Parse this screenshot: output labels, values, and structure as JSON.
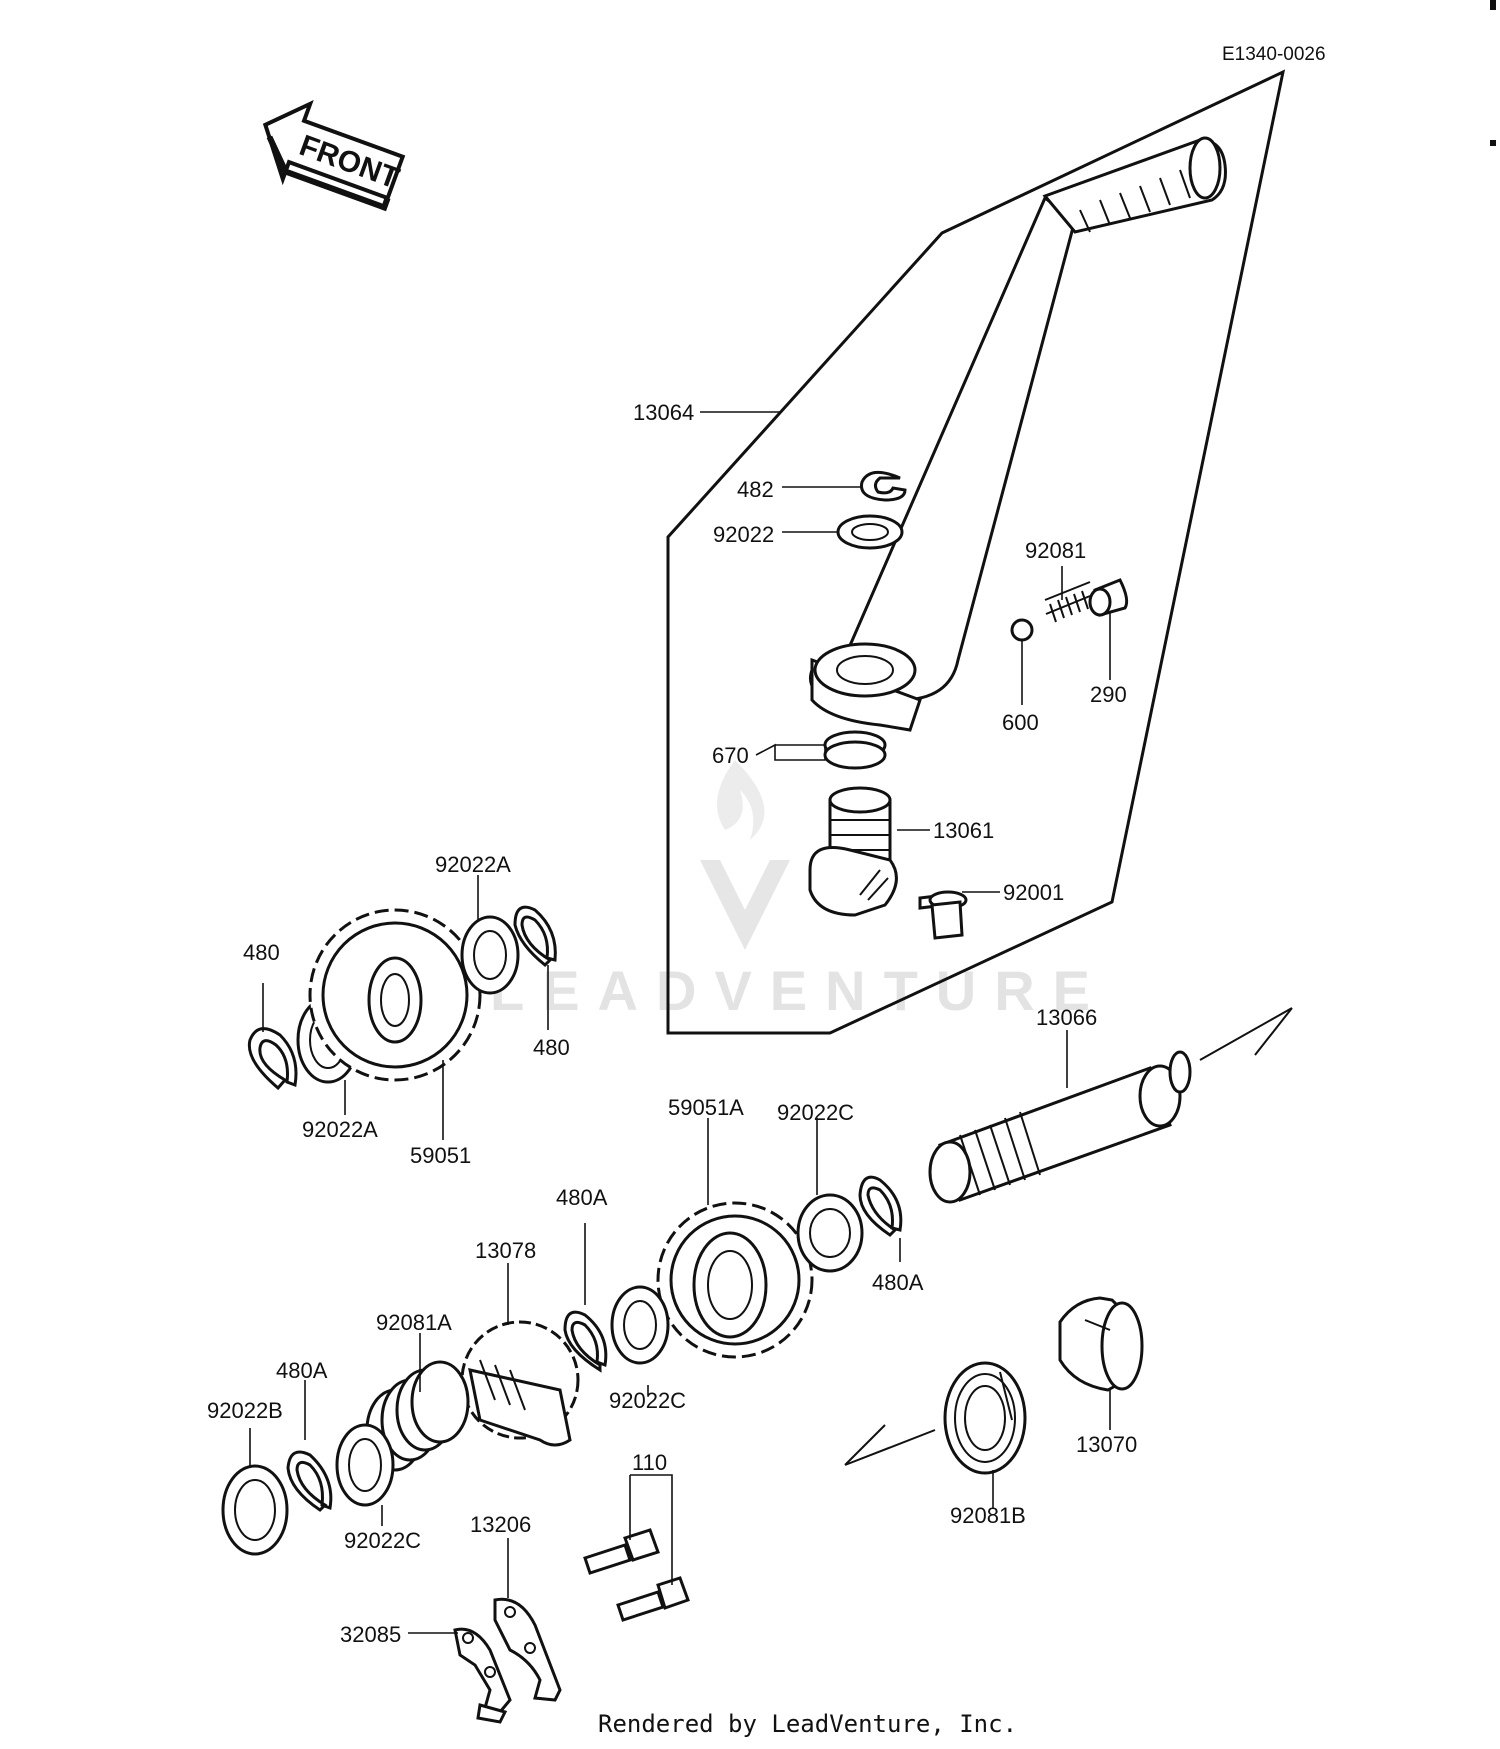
{
  "diagram": {
    "code": "E1340-0026",
    "front_label": "FRONT",
    "watermark": "LEADVENTURE",
    "footer": "Rendered by LeadVenture, Inc.",
    "callouts": {
      "p13064": "13064",
      "p482": "482",
      "p92022": "92022",
      "p92081": "92081",
      "p600": "600",
      "p290": "290",
      "p670": "670",
      "p13061": "13061",
      "p92001": "92001",
      "p92022A_top": "92022A",
      "p480_left": "480",
      "p480_right": "480",
      "p92022A_bottom": "92022A",
      "p59051": "59051",
      "p13066": "13066",
      "p59051A": "59051A",
      "p92022C_top": "92022C",
      "p480A_right": "480A",
      "p480A_mid": "480A",
      "p13078": "13078",
      "p92081A": "92081A",
      "p480A_left": "480A",
      "p92022B": "92022B",
      "p92022C_mid": "92022C",
      "p92022C_bottom": "92022C",
      "p110": "110",
      "p13206": "13206",
      "p32085": "32085",
      "p13070": "13070",
      "p92081B": "92081B"
    }
  }
}
